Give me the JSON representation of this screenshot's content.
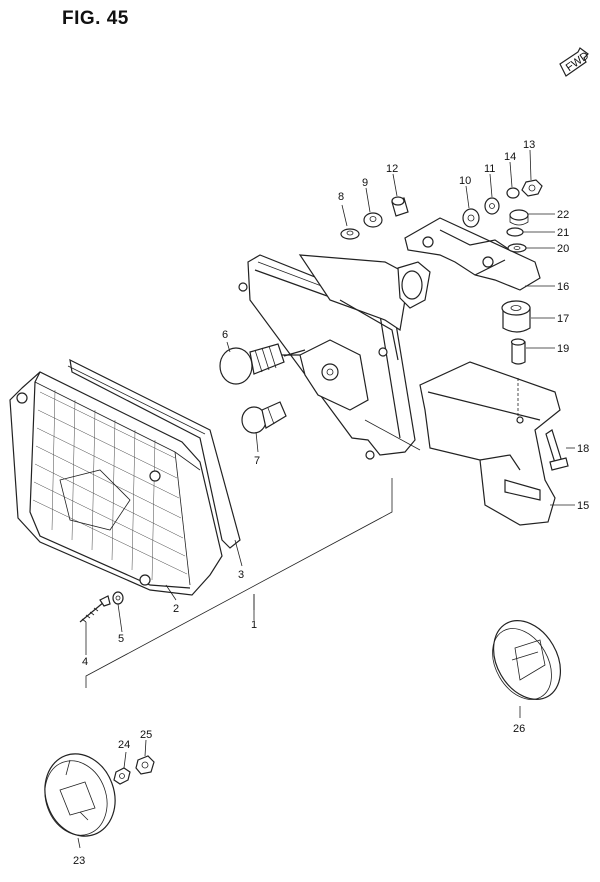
{
  "figure": {
    "title": "FIG. 45",
    "front_marker": "FWD"
  },
  "callouts": [
    {
      "id": "c1",
      "text": "1"
    },
    {
      "id": "c2",
      "text": "2"
    },
    {
      "id": "c3",
      "text": "3"
    },
    {
      "id": "c4",
      "text": "4"
    },
    {
      "id": "c5",
      "text": "5"
    },
    {
      "id": "c6",
      "text": "6"
    },
    {
      "id": "c7",
      "text": "7"
    },
    {
      "id": "c8",
      "text": "8"
    },
    {
      "id": "c9",
      "text": "9"
    },
    {
      "id": "c10",
      "text": "10"
    },
    {
      "id": "c11",
      "text": "11"
    },
    {
      "id": "c12",
      "text": "12"
    },
    {
      "id": "c13",
      "text": "13"
    },
    {
      "id": "c14",
      "text": "14"
    },
    {
      "id": "c15",
      "text": "15"
    },
    {
      "id": "c16",
      "text": "16"
    },
    {
      "id": "c17",
      "text": "17"
    },
    {
      "id": "c18",
      "text": "18"
    },
    {
      "id": "c19",
      "text": "19"
    },
    {
      "id": "c20",
      "text": "20"
    },
    {
      "id": "c21",
      "text": "21"
    },
    {
      "id": "c22",
      "text": "22"
    },
    {
      "id": "c23",
      "text": "23"
    },
    {
      "id": "c24",
      "text": "24"
    },
    {
      "id": "c25",
      "text": "25"
    },
    {
      "id": "c26",
      "text": "26"
    }
  ]
}
